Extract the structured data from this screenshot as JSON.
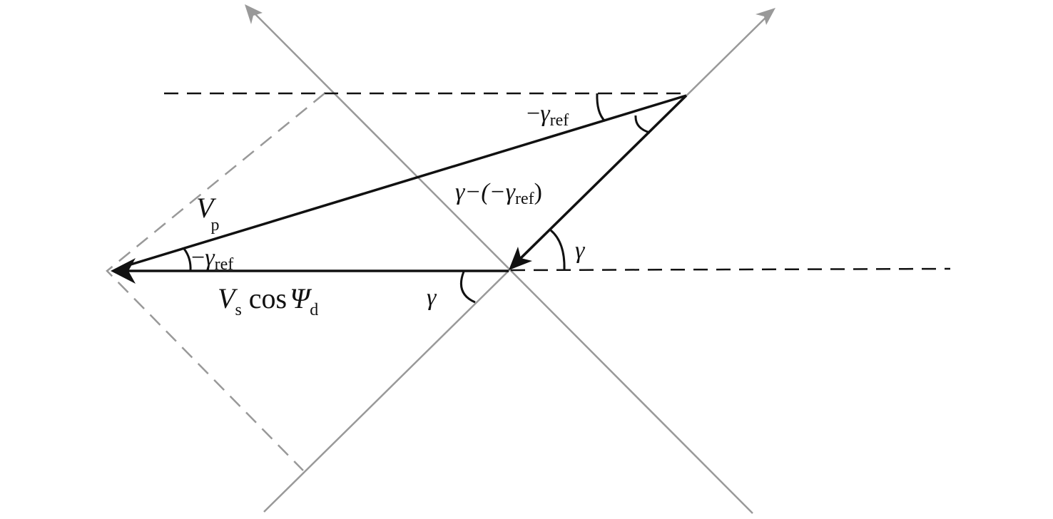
{
  "diagram": {
    "colors": {
      "vector": "#111111",
      "axis": "#999999",
      "dashed_ref": "#111111",
      "dashed_proj": "#999999"
    },
    "labels": {
      "top_angle": {
        "minus": "−",
        "symbol": "γ",
        "sub": "ref"
      },
      "difference_angle": {
        "prefix": "γ−(−",
        "symbol": "γ",
        "sub": "ref",
        "suffix": ")"
      },
      "right_gamma": "γ",
      "vp": {
        "symbol": "V",
        "sub": "p"
      },
      "left_angle": {
        "minus": "−",
        "symbol": "γ",
        "sub": "ref"
      },
      "vs": {
        "symbol": "V",
        "sub": "s",
        "cos": "cos",
        "psi": "Ψ",
        "psi_sub": "d"
      },
      "bottom_gamma": "γ"
    }
  }
}
